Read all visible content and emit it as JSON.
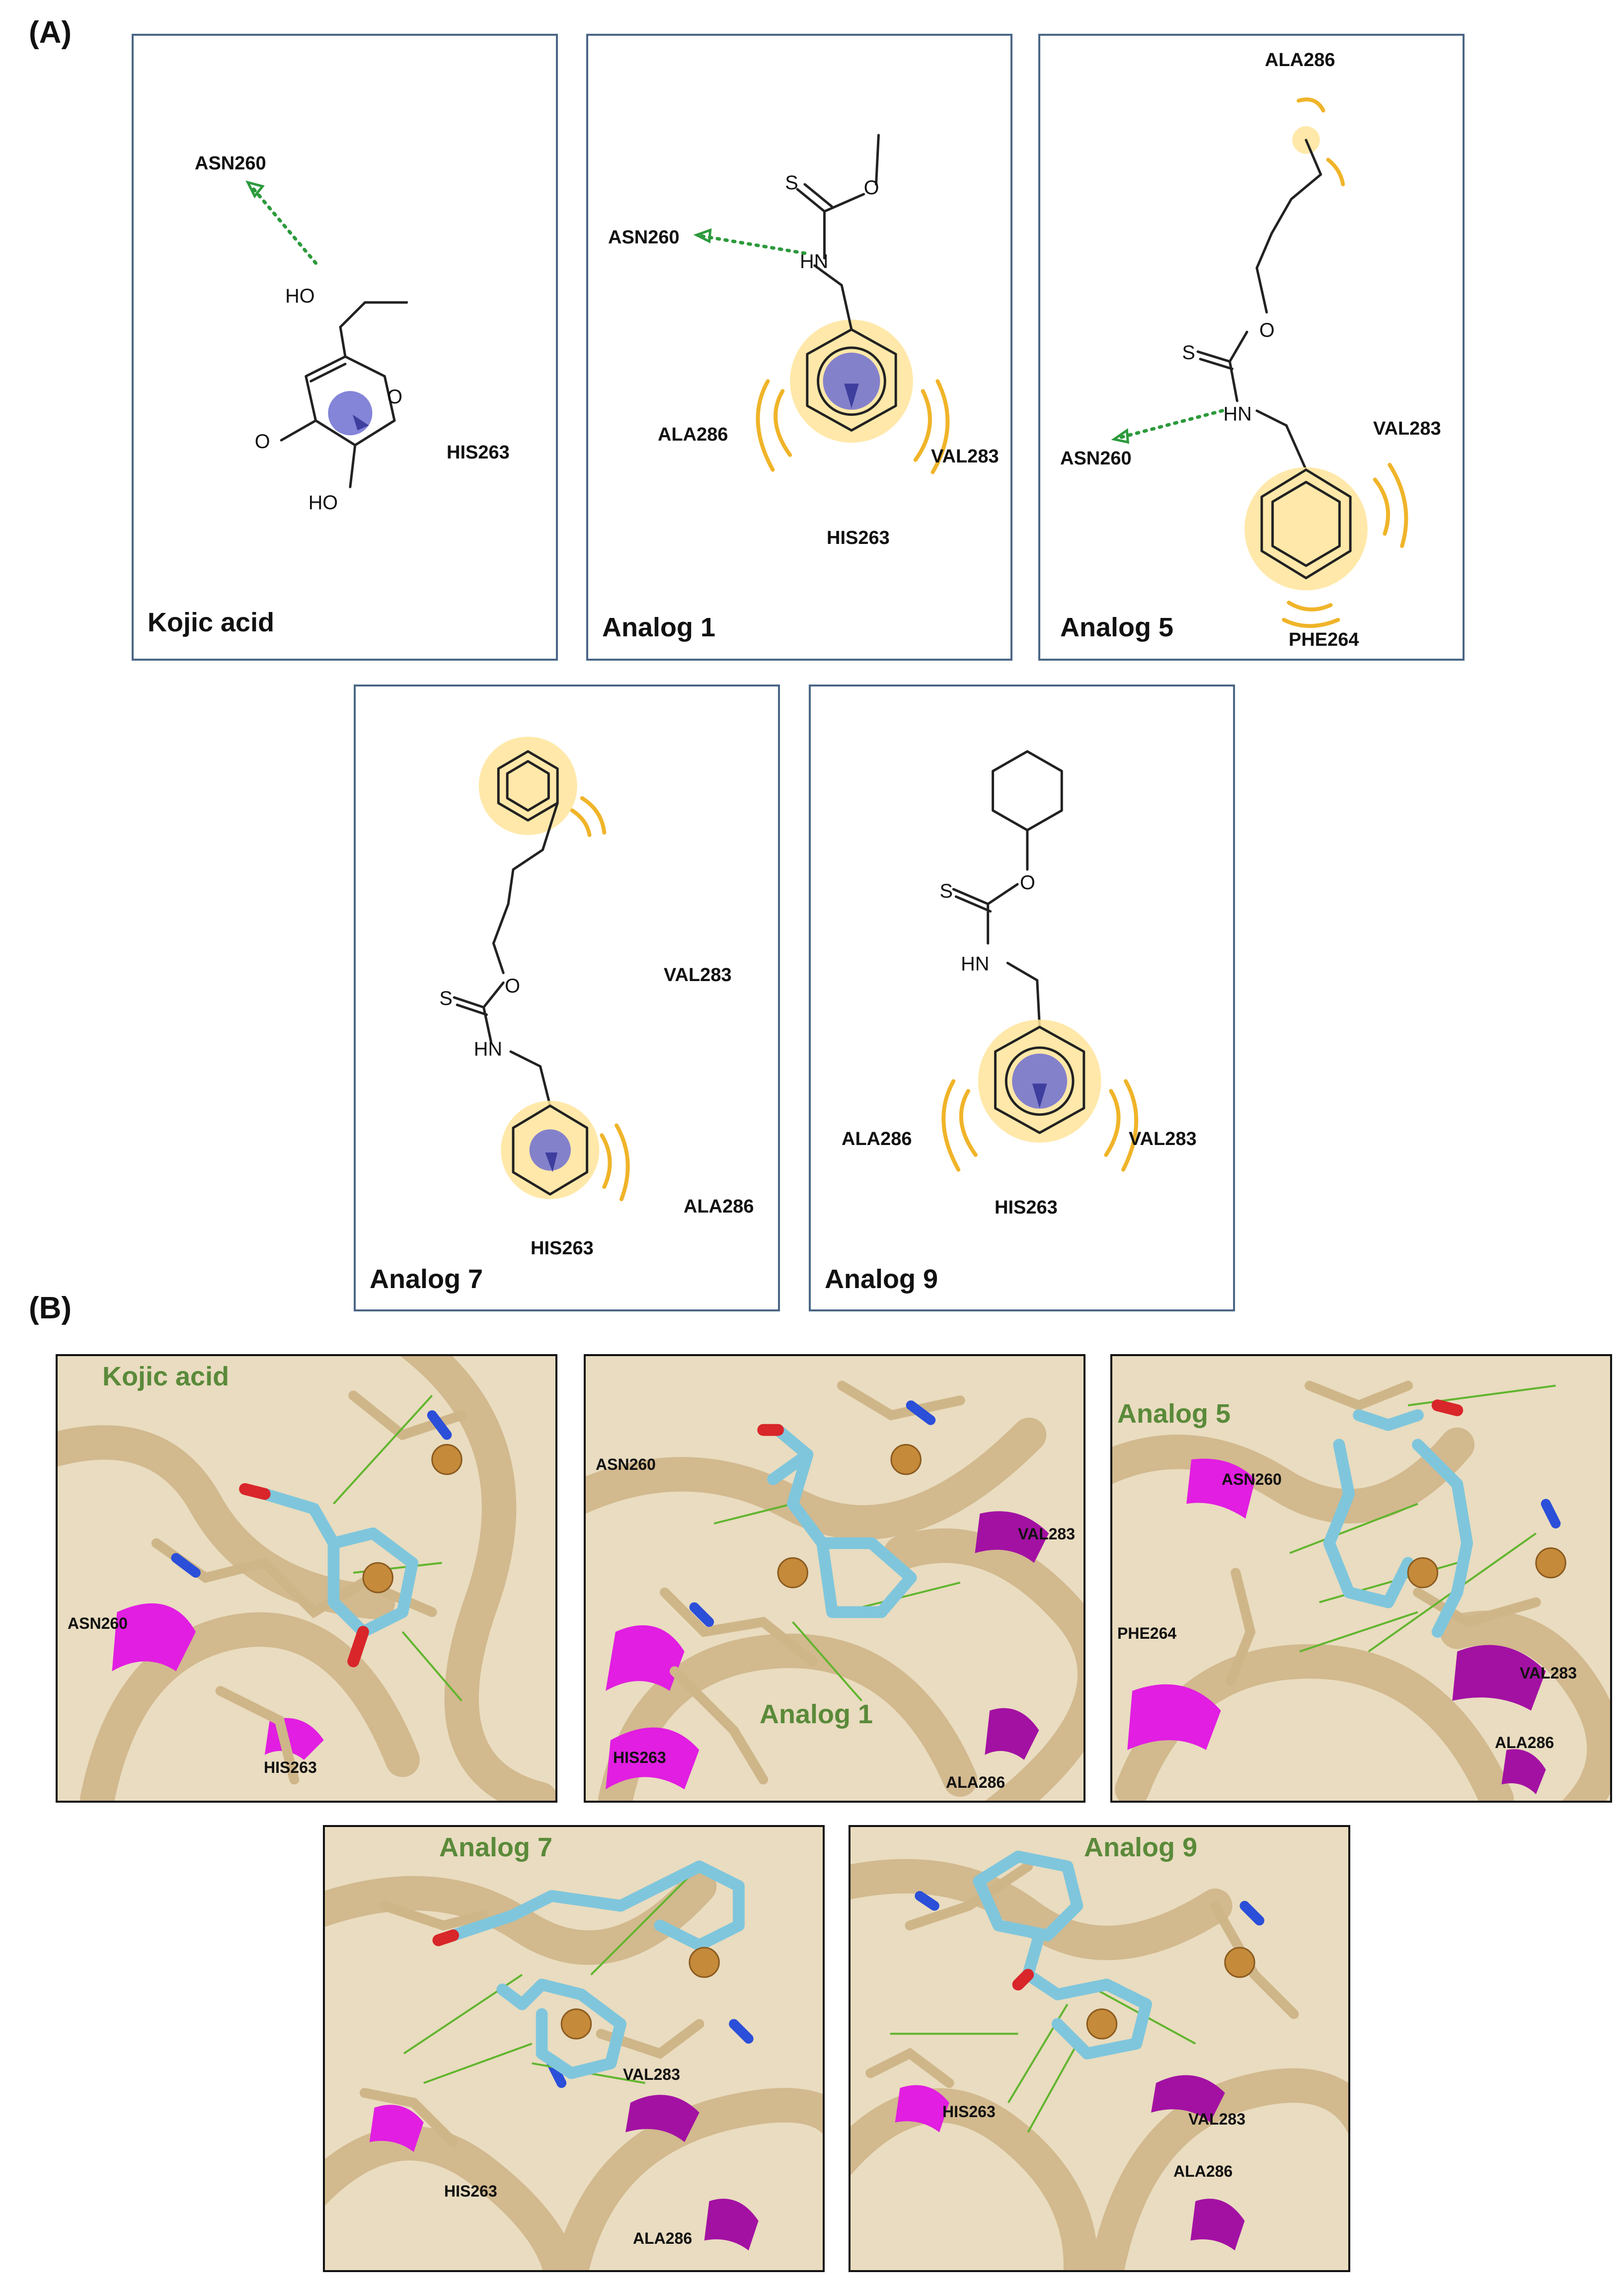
{
  "sections": {
    "a": "(A)",
    "b": "(B)"
  },
  "panels_a": [
    {
      "name": "Kojic acid",
      "residues": [
        "ASN260",
        "HIS263"
      ]
    },
    {
      "name": "Analog 1",
      "residues": [
        "ASN260",
        "ALA286",
        "VAL283",
        "HIS263"
      ]
    },
    {
      "name": "Analog 5",
      "residues": [
        "ALA286",
        "VAL283",
        "ASN260",
        "PHE264"
      ]
    },
    {
      "name": "Analog 7",
      "residues": [
        "VAL283",
        "ALA286",
        "HIS263"
      ]
    },
    {
      "name": "Analog 9",
      "residues": [
        "ALA286",
        "VAL283",
        "HIS263"
      ]
    }
  ],
  "atoms": {
    "ho": "HO",
    "o": "O",
    "s": "S",
    "hn": "HN"
  },
  "panels_b": [
    {
      "name": "Kojic acid",
      "labels": [
        "ASN260",
        "HIS263"
      ]
    },
    {
      "name": "Analog 1",
      "labels": [
        "ASN260",
        "VAL283",
        "HIS263",
        "ALA286"
      ]
    },
    {
      "name": "Analog 5",
      "labels": [
        "ASN260",
        "PHE264",
        "VAL283",
        "ALA286"
      ]
    },
    {
      "name": "Analog 7",
      "labels": [
        "VAL283",
        "HIS263",
        "ALA286"
      ]
    },
    {
      "name": "Analog 9",
      "labels": [
        "HIS263",
        "VAL283",
        "ALA286"
      ]
    }
  ],
  "colors": {
    "panel_border": "#4a6685",
    "hbond": "#2c9a3c",
    "hydrophobic": "#f0b429",
    "pi_stack": "#6f6fd1",
    "ribbon": "#d2b98e",
    "ligand": "#7fc6dc",
    "title_green": "#5a8a3a",
    "magenta": "#e11ee1"
  }
}
